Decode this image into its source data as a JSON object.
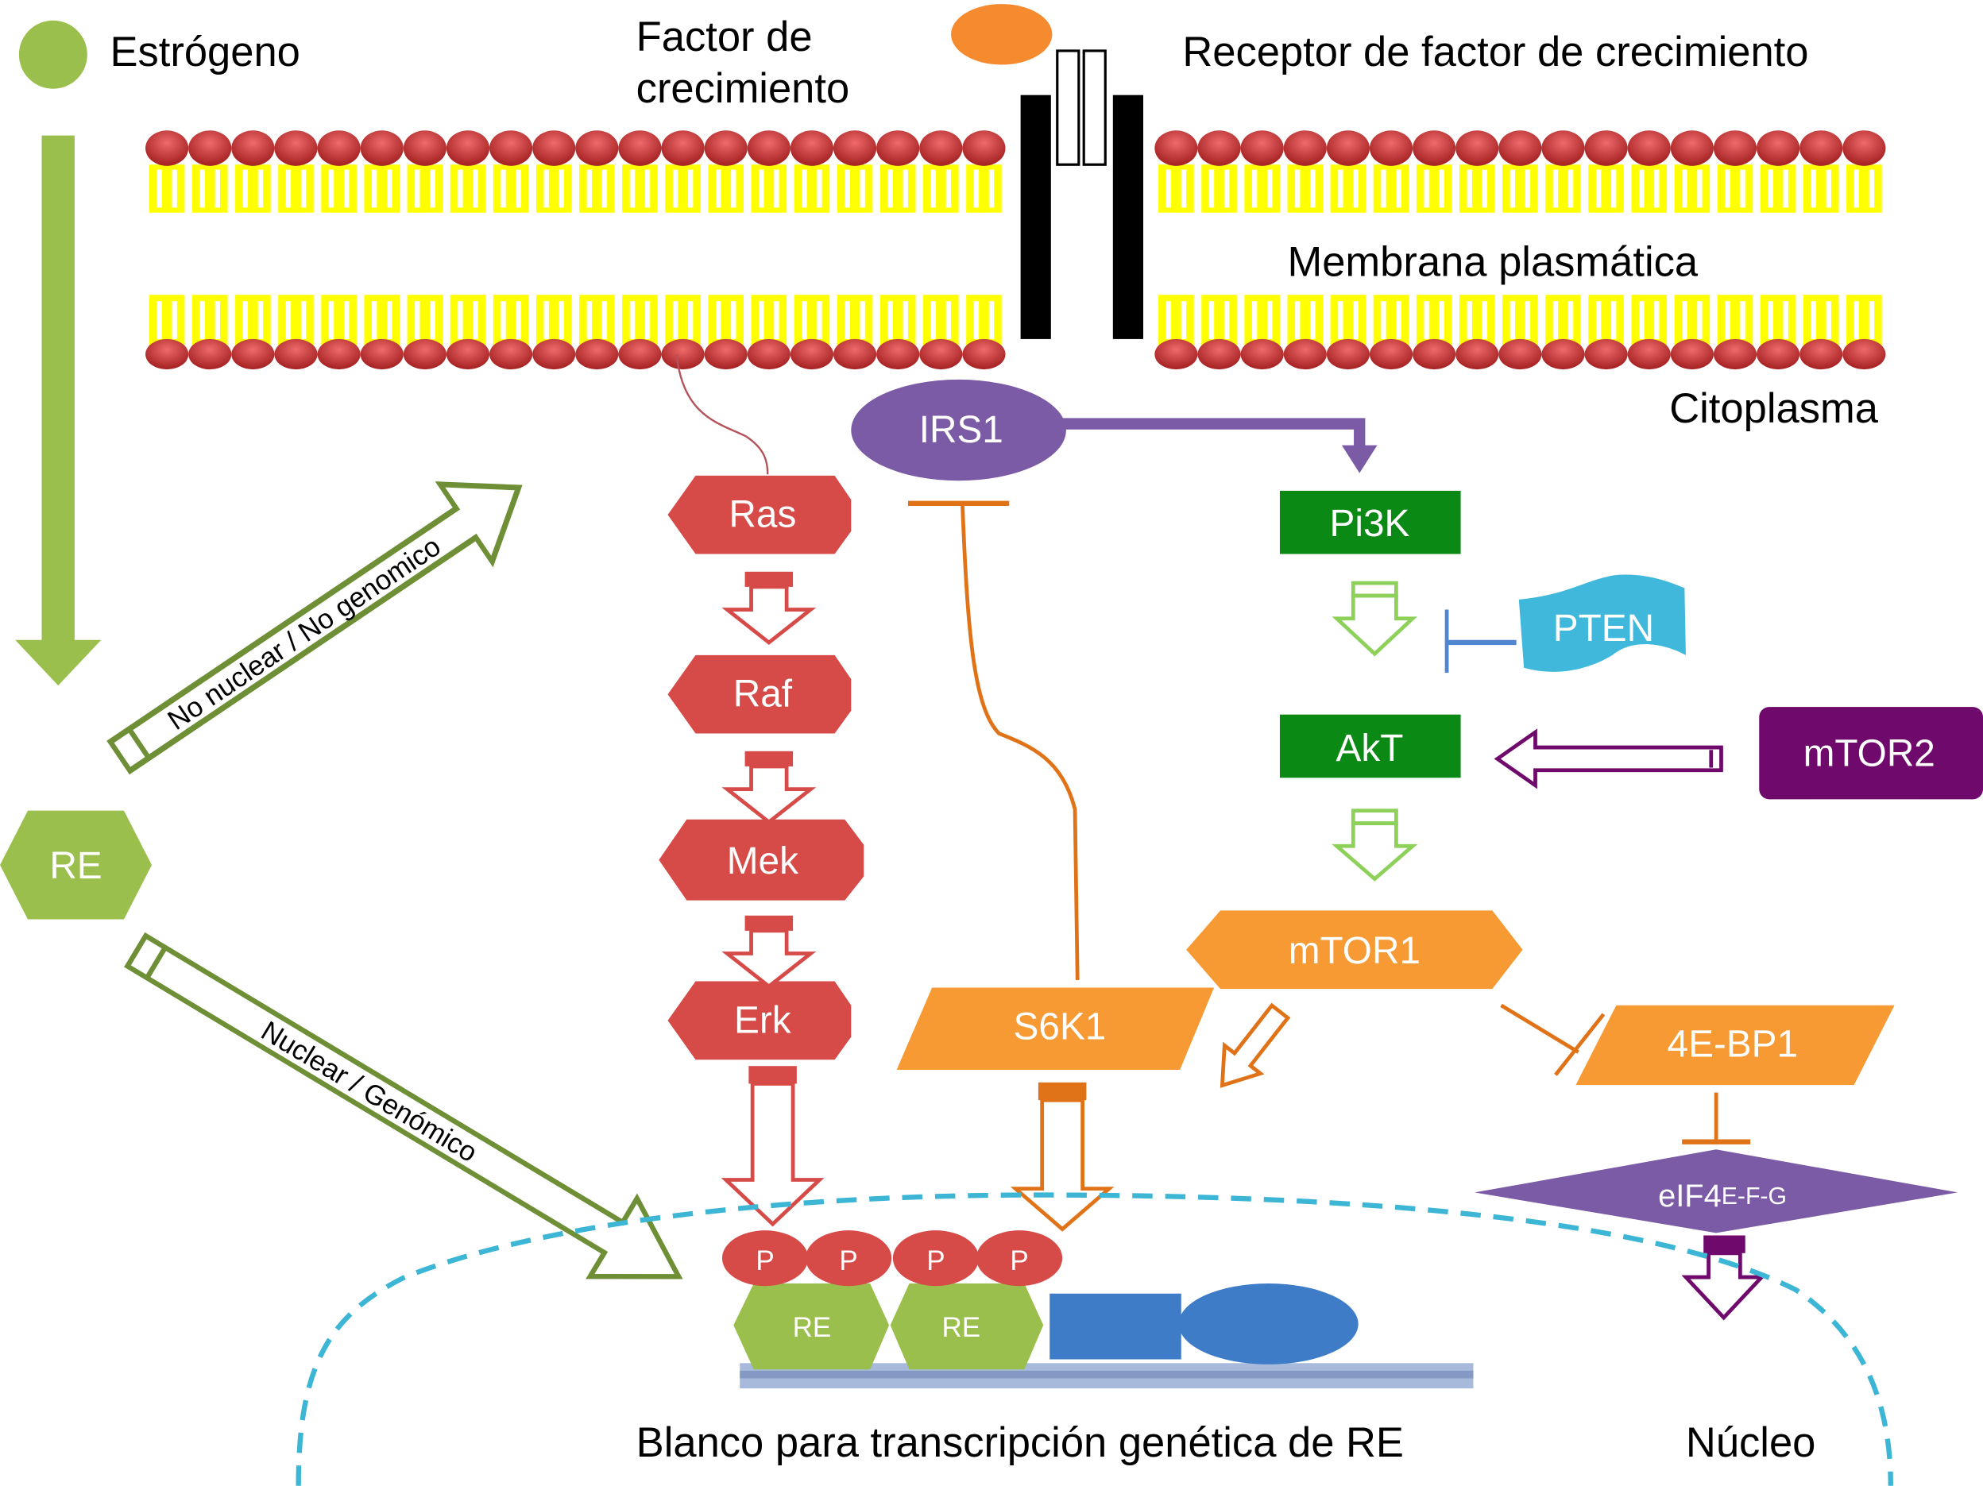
{
  "legend": {
    "estrogen_label": "Estrógeno",
    "growth_factor_label": "Factor de crecimiento",
    "growth_factor_label_line1": "Factor de",
    "growth_factor_label_line2": "crecimiento",
    "receptor_label": "Receptor de factor de crecimiento"
  },
  "regions": {
    "membrane": "Membrana plasmática",
    "cytoplasm": "Citoplasma",
    "nucleus": "Núcleo",
    "target": "Blanco para transcripción genética de RE"
  },
  "pathways": {
    "non_genomic": "No nuclear / No genomico",
    "genomic": "Nuclear / Genómico"
  },
  "nodes": {
    "re_main": "RE",
    "ras": "Ras",
    "raf": "Raf",
    "mek": "Mek",
    "erk": "Erk",
    "irs1": "IRS1",
    "pi3k": "Pi3K",
    "pten": "PTEN",
    "akt": "AkT",
    "mtor2": "mTOR2",
    "mtor1": "mTOR1",
    "s6k1": "S6K1",
    "eb1": "4E-BP1",
    "eif4_main": "eIF4",
    "eif4_sub": "E-F-G",
    "phospho": [
      "P",
      "P",
      "P",
      "P"
    ],
    "re_bound": [
      "RE",
      "RE"
    ]
  },
  "colors": {
    "estrogen_green": "#9bbf4c",
    "pathway_green": "#6e8f35",
    "mapk_red": "#d64b48",
    "irs_purple": "#7b5aa6",
    "pi3k_green": "#0a8a14",
    "pten_blue": "#3fb8db",
    "mtor2_purple": "#6f0a6c",
    "mtor_orange": "#f79a34",
    "inhibit_orange": "#e07318",
    "nucleus_dash": "#3db6d6",
    "cofactor_blue": "#3f7cc8",
    "membrane_head": "#c9373a",
    "membrane_tail": "#ffff00"
  }
}
